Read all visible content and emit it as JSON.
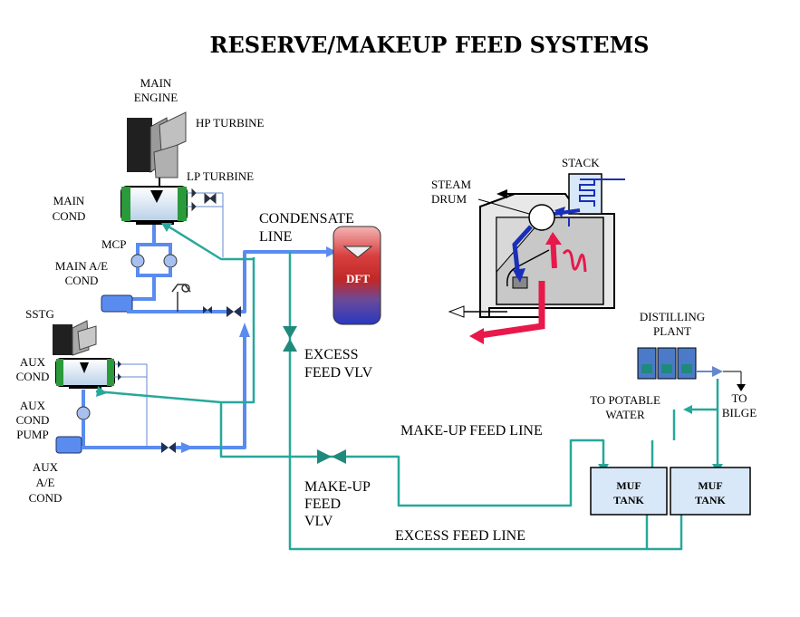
{
  "title": "RESERVE/MAKEUP FEED SYSTEMS",
  "labels": {
    "main_engine_1": "MAIN",
    "main_engine_2": "ENGINE",
    "hp_turbine": "HP TURBINE",
    "lp_turbine": "LP TURBINE",
    "main_cond_1": "MAIN",
    "main_cond_2": "COND",
    "mcp": "MCP",
    "main_ae_cond_1": "MAIN A/E",
    "main_ae_cond_2": "COND",
    "sstg": "SSTG",
    "aux_cond_1": "AUX",
    "aux_cond_2": "COND",
    "aux_cond_pump_1": "AUX",
    "aux_cond_pump_2": "COND",
    "aux_cond_pump_3": "PUMP",
    "aux_ae_cond_1": "AUX",
    "aux_ae_cond_2": "A/E",
    "aux_ae_cond_3": "COND",
    "condensate_line_1": "CONDENSATE",
    "condensate_line_2": "LINE",
    "dft": "DFT",
    "excess_feed_vlv_1": "EXCESS",
    "excess_feed_vlv_2": "FEED VLV",
    "makeup_feed_vlv_1": "MAKE-UP",
    "makeup_feed_vlv_2": "FEED",
    "makeup_feed_vlv_3": "VLV",
    "makeup_feed_line": "MAKE-UP FEED LINE",
    "excess_feed_line": "EXCESS FEED LINE",
    "steam_drum_1": "STEAM",
    "steam_drum_2": "DRUM",
    "stack": "STACK",
    "distilling_plant_1": "DISTILLING",
    "distilling_plant_2": "PLANT",
    "to_potable_1": "TO POTABLE",
    "to_potable_2": "WATER",
    "to_bilge_1": "TO",
    "to_bilge_2": "BILGE",
    "muf_tank_left_1": "MUF",
    "muf_tank_left_2": "TANK",
    "muf_tank_right_1": "MUF",
    "muf_tank_right_2": "TANK"
  },
  "colors": {
    "condensate": "#5a8cf0",
    "makeup_feed": "#27a89a",
    "hot_gas": "#e8184a",
    "steam": "#1a2fb8",
    "tank_fill": "#d8e8f8"
  }
}
